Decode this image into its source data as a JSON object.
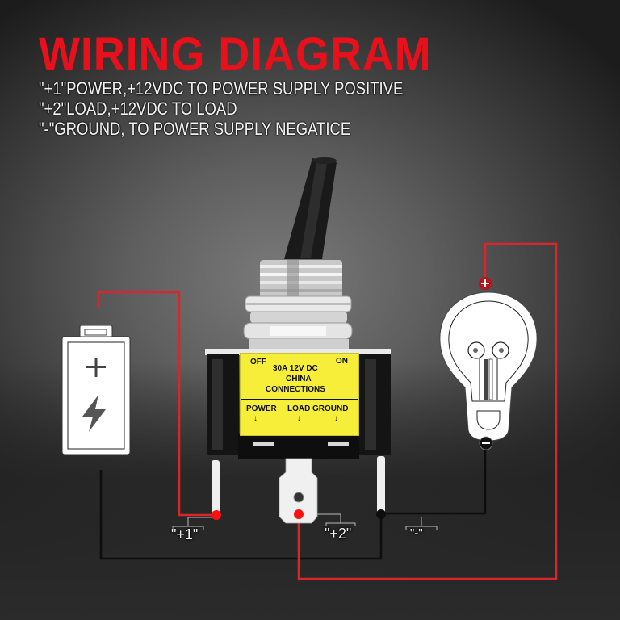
{
  "header": {
    "title": "WIRING DIAGRAM",
    "lines": [
      "\"+1\"POWER,+12VDC TO POWER SUPPLY POSITIVE",
      "\"+2\"LOAD,+12VDC TO LOAD",
      "\"-\"GROUND, TO POWER SUPPLY NEGATICE"
    ]
  },
  "switch": {
    "plate": {
      "off": "OFF",
      "on": "ON",
      "spec": "30A  12V DC",
      "origin": "CHINA",
      "connections": "CONNECTIONS",
      "terminals": [
        "POWER",
        "LOAD",
        "GROUND"
      ],
      "arrow": "↓"
    }
  },
  "terminals": {
    "plus1": "\"+1\"",
    "plus2": "\"+2\"",
    "minus": "\"-\""
  },
  "components": {
    "battery": {
      "positive_symbol": "+",
      "icon": "lightning-bolt-icon"
    },
    "bulb": {
      "positive_symbol": "+",
      "negative_symbol": "−"
    }
  },
  "colors": {
    "title_red": "#e8101a",
    "wire_red": "#d8262c",
    "wire_black": "#0d0d0d",
    "plate_yellow": "#f7ee3a",
    "terminal_red": "#ff1010"
  }
}
